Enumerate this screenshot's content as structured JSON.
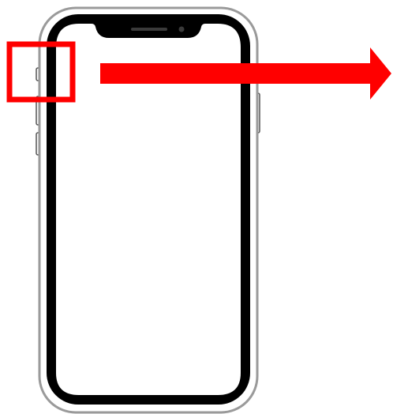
{
  "diagram": {
    "subject": "phone-outline-illustration",
    "highlight": {
      "target": "side-button",
      "color": "#ff0000"
    },
    "arrow": {
      "direction": "right",
      "color": "#ff0000"
    },
    "phone": {
      "frame_color": "#000000",
      "screen_color": "#ffffff",
      "body_outline_color": "#9a9a9a"
    }
  }
}
